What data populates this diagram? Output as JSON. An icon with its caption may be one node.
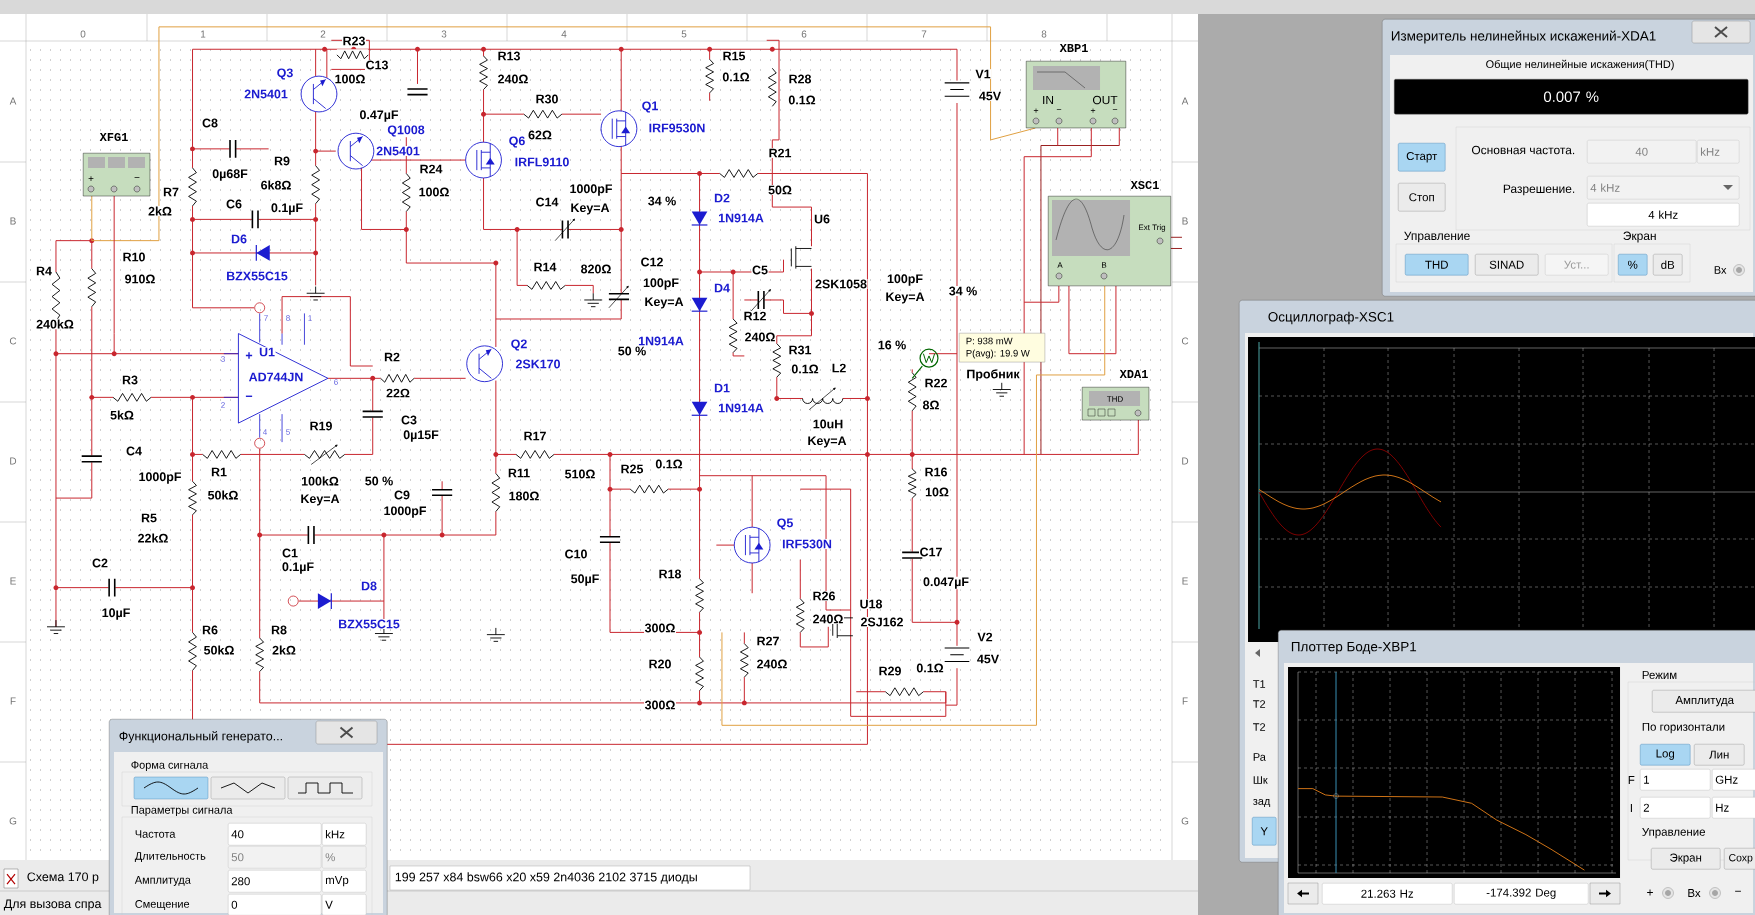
{
  "diagram": {
    "nodes": [
      {
        "text": [
          "XFG1",
          "+",
          "−"
        ]
      },
      {
        "text": [
          "XBP1",
          "IN",
          "OUT",
          "+",
          "−",
          "+",
          "−"
        ]
      },
      {
        "text": [
          "XSC1",
          "Ext Trig",
          "A",
          "B"
        ]
      },
      {
        "text": [
          "XDA1",
          "THD"
        ]
      },
      {
        "text": [
          "P: 938 mW",
          "P(avg): 19.9 W"
        ]
      },
      {
        "text": [
          "Измеритель нелинейных искажений-XDA1",
          "Общие нелинейные искажения(THD)",
          "0.007 %",
          "Старт",
          "Стоп",
          "Основная частота.",
          "40",
          "kHz",
          "Разрешение.",
          "4 kHz",
          "4 kHz",
          "Управление",
          "THD",
          "SINAD",
          "Уст...",
          "Экран",
          "%",
          "dB",
          "Вх"
        ]
      },
      {
        "text": [
          "Осциллограф-XSC1",
          "T1",
          "T2",
          "T2",
          "Ра",
          "Шк",
          "зад",
          "Y"
        ]
      },
      {
        "text": [
          "Плоттер Боде-XBP1",
          "Режим",
          "Амплитуда",
          "По горизонтали",
          "Log",
          "Лин",
          "F",
          "1",
          "GHz",
          "I",
          "2",
          "Hz",
          "Управление",
          "Экран",
          "Сохр",
          "21.263  Hz",
          "-174.392 Deg",
          "+",
          "Вх",
          "−"
        ]
      },
      {
        "text": [
          "Функциональный генерато...",
          "Форма сигнала",
          "Параметры сигнала",
          "Частота",
          "40",
          "kHz",
          "Длительность",
          "50",
          "%",
          "Амплитуда",
          "280",
          "mVp",
          "Смещение",
          "0",
          "V"
        ]
      }
    ],
    "edges": [
      {
        "from": 0,
        "to": 1,
        "arrow": "none",
        "color": "#e0a040"
      },
      {
        "from": 0,
        "to": null,
        "arrow": "none"
      },
      {
        "from": 1,
        "to": null,
        "arrow": "none"
      },
      {
        "from": 1,
        "to": null,
        "arrow": "none"
      },
      {
        "from": 1,
        "to": null,
        "arrow": "none"
      },
      {
        "from": 2,
        "to": null,
        "arrow": "none"
      },
      {
        "from": 2,
        "to": null,
        "arrow": "none"
      },
      {
        "from": 2,
        "to": null,
        "arrow": "none"
      },
      {
        "from": 2,
        "to": null,
        "arrow": "none",
        "color": "#e0a040"
      },
      {
        "from": 3,
        "to": null,
        "arrow": "none"
      }
    ],
    "labels": [
      "0",
      "1",
      "2",
      "3",
      "4",
      "5",
      "6",
      "7",
      "8",
      "A",
      "B",
      "C",
      "D",
      "E",
      "F",
      "G",
      "A",
      "B",
      "C",
      "D",
      "E",
      "F",
      "G",
      "R23",
      "C13",
      "100Ω",
      "Q3",
      "2N5401",
      "0.47µF",
      "Q1008",
      "2N5401",
      "C8",
      "0µ68F",
      "R9",
      "6k8Ω",
      "R7",
      "2kΩ",
      "C6",
      "0.1µF",
      "D6",
      "BZX55C15",
      "R4",
      "240kΩ",
      "R10",
      "910Ω",
      "R13",
      "240Ω",
      "R30",
      "62Ω",
      "Q6",
      "IRFL9110",
      "R24",
      "100Ω",
      "C14",
      "1000pF",
      "Key=A",
      "R14",
      "820Ω",
      "R15",
      "0.1Ω",
      "R28",
      "0.1Ω",
      "Q1",
      "IRF9530N",
      "R21",
      "50Ω",
      "34 %",
      "D2",
      "1N914A",
      "U6",
      "C12",
      "100pF",
      "Key=A",
      "C5",
      "D4",
      "2SK1058",
      "100pF",
      "Key=A",
      "34 %",
      "R12",
      "240Ω",
      "1N914A",
      "50 %",
      "R31",
      "0.1Ω",
      "L2",
      "16 %",
      "D1",
      "1N914A",
      "10uH",
      "Key=A",
      "V1",
      "45V",
      "Пробник",
      "R22",
      "8Ω",
      "U1",
      "+",
      "AD744JN",
      "−",
      "7",
      "8",
      "1",
      "3",
      "2",
      "6",
      "4",
      "5",
      "R2",
      "22Ω",
      "C3",
      "0µ15F",
      "R3",
      "5kΩ",
      "R19",
      "Q2",
      "2SK170",
      "R17",
      "C4",
      "1000pF",
      "R1",
      "50kΩ",
      "100kΩ",
      "Key=A",
      "50 %",
      "C9",
      "1000pF",
      "R11",
      "180Ω",
      "510Ω",
      "R25",
      "0.1Ω",
      "R16",
      "10Ω",
      "Q5",
      "IRF530N",
      "R5",
      "22kΩ",
      "C1",
      "0.1µF",
      "C10",
      "50µF",
      "R18",
      "C17",
      "0.047µF",
      "C2",
      "10µF",
      "D8",
      "R26",
      "U18",
      "R6",
      "R8",
      "BZX55C15",
      "300Ω",
      "240Ω",
      "2SJ162",
      "50kΩ",
      "2kΩ",
      "R27",
      "V2",
      "R20",
      "240Ω",
      "R29",
      "0.1Ω",
      "45V",
      "300Ω",
      "Схема 170 р",
      "199 257 x84 bsw66 x20 x59 2n4036 2102 3715 диоды",
      "Для вызова спра"
    ]
  }
}
